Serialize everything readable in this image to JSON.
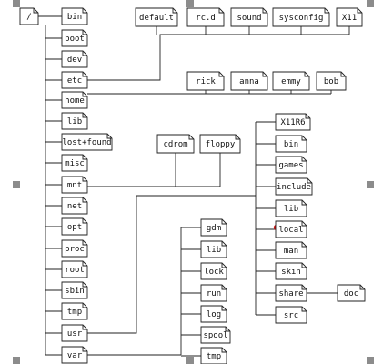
{
  "nodes": {
    "root": "/",
    "bin": "bin",
    "boot": "boot",
    "dev": "dev",
    "etc": "etc",
    "home": "home",
    "lib": "lib",
    "lost_found": "lost+found",
    "misc": "misc",
    "mnt": "mnt",
    "net": "net",
    "opt": "opt",
    "proc": "proc",
    "root_dir": "root",
    "sbin": "sbin",
    "tmp": "tmp",
    "usr": "usr",
    "var": "var",
    "default": "default",
    "rc_d": "rc.d",
    "sound": "sound",
    "sysconfig": "sysconfig",
    "x11_etc": "X11",
    "rick": "rick",
    "anna": "anna",
    "emmy": "emmy",
    "bob": "bob",
    "cdrom": "cdrom",
    "floppy": "floppy",
    "x11r6": "X11R6",
    "usr_bin": "bin",
    "games": "games",
    "include": "include",
    "usr_lib": "lib",
    "local": "local",
    "man": "man",
    "skin": "skin",
    "share": "share",
    "src": "src",
    "doc": "doc",
    "gdm": "gdm",
    "var_lib": "lib",
    "lock": "lock",
    "run": "run",
    "log": "log",
    "spool": "spool",
    "var_tmp": "tmp"
  },
  "colors": {
    "stroke": "#222222",
    "handle": "#8c8c8c",
    "marker": "#d01010"
  }
}
